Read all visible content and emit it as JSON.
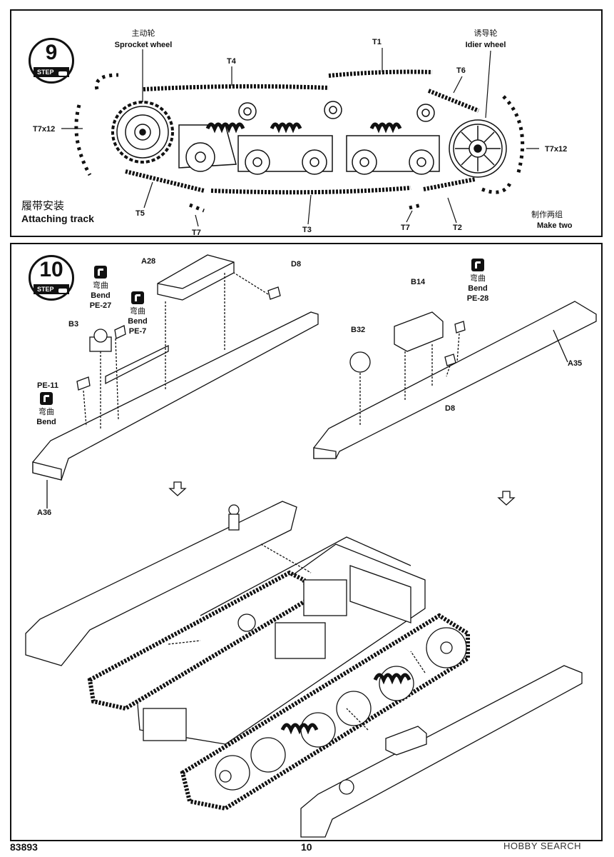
{
  "step9": {
    "number": "9",
    "step_word": "STEP",
    "title_cn": "履带安装",
    "title_en": "Attaching track",
    "make_two_cn": "制作两组",
    "make_two_en": "Make two",
    "sprocket_cn": "主动轮",
    "sprocket_en": "Sprocket wheel",
    "idler_cn": "诱导轮",
    "idler_en": "Idier wheel",
    "parts": {
      "t1": "T1",
      "t4": "T4",
      "t6": "T6",
      "t7x12_left": "T7x12",
      "t7x12_right": "T7x12",
      "t5": "T5",
      "t7_left": "T7",
      "t3": "T3",
      "t7_right": "T7",
      "t2": "T2"
    }
  },
  "step10": {
    "number": "10",
    "step_word": "STEP",
    "parts": {
      "a28": "A28",
      "d8_left": "D8",
      "b3": "B3",
      "pe11": "PE-11",
      "a36": "A36",
      "b14": "B14",
      "b32": "B32",
      "d8_right": "D8",
      "a35": "A35"
    },
    "bend_notes": [
      {
        "cn": "弯曲",
        "en": "Bend",
        "part": "PE-27"
      },
      {
        "cn": "弯曲",
        "en": "Bend",
        "part": "PE-7"
      },
      {
        "cn": "弯曲",
        "en": "Bend",
        "part": "PE-11"
      },
      {
        "cn": "弯曲",
        "en": "Bend",
        "part": "PE-28"
      }
    ]
  },
  "footer": {
    "kit_number": "83893",
    "page_number": "10",
    "watermark": "HOBBY SEARCH"
  },
  "icons": [
    "step-badge-icon",
    "tank-icon",
    "bend-icon",
    "arrow-down-icon"
  ]
}
